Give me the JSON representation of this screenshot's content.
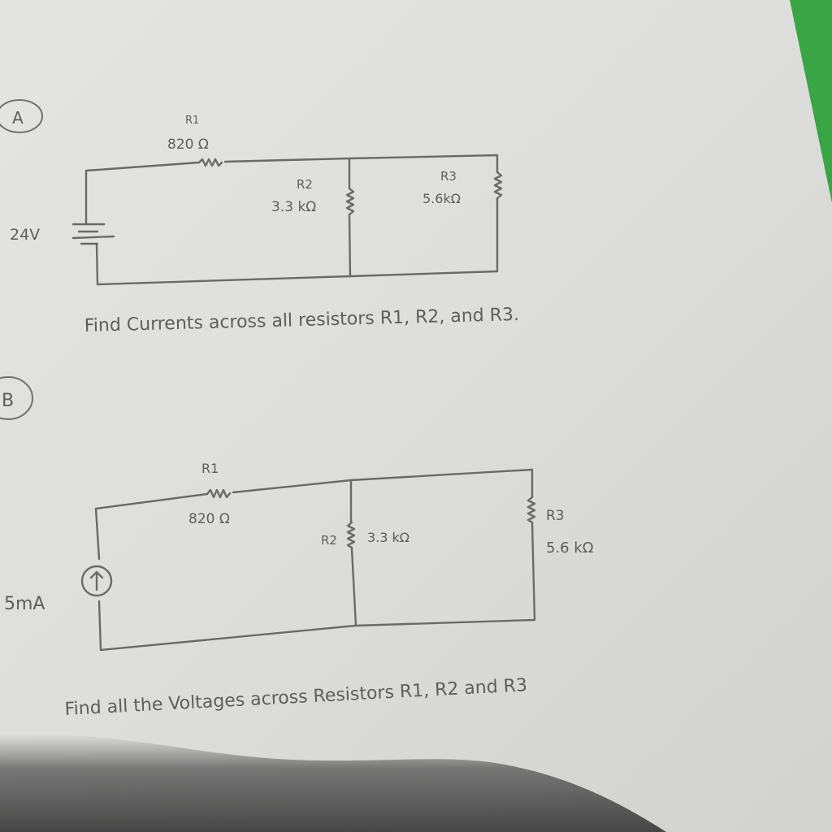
{
  "problem_a": {
    "marker": "A",
    "battery_label": "24V",
    "r1": {
      "name": "R1",
      "value": "820 Ω"
    },
    "r2": {
      "name": "R2",
      "value": "3.3 kΩ"
    },
    "r3": {
      "name": "R3",
      "value": "5.6kΩ"
    },
    "question": "Find Currents across all resistors R1, R2, and R3."
  },
  "problem_b": {
    "marker": "B",
    "source_label": "5mA",
    "r1": {
      "name": "R1",
      "value": "820 Ω"
    },
    "r2": {
      "name": "R2",
      "value": "3.3 kΩ"
    },
    "r3": {
      "name": "R3",
      "value": "5.6 kΩ"
    },
    "question": "Find all the Voltages across Resistors R1, R2 and R3"
  }
}
